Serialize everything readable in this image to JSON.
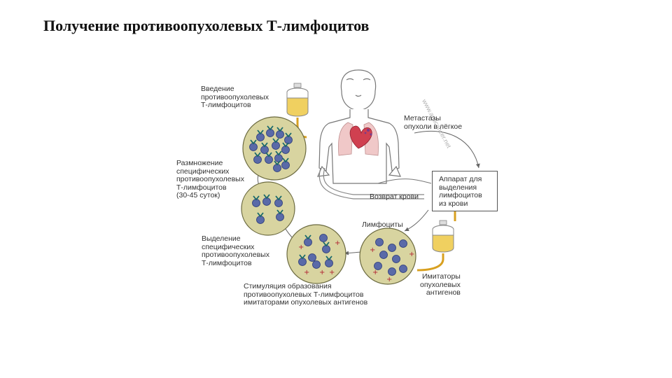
{
  "title": "Получение противоопухолевых Т-лимфоцитов",
  "labels": {
    "infusion": "Введение\nпротивоопухолевых\nТ-лимфоцитов",
    "proliferation": "Размножение\nспецифических\nпротивоопухолевых\nТ-лимфоцитов\n(30-45 суток)",
    "selection": "Выделение\nспецифических\nпротивоопухолевых\nТ-лимфоцитов",
    "stimulation": "Стимуляция образования\nпротивоопухолевых Т-лимфоцитов\nимитаторами опухолевых антигенов",
    "metastases": "Метастазы\nопухоли в лёгкое",
    "apparatus": "Аппарат для\nвыделения\nлимфоцитов\nиз крови",
    "blood_return": "Возврат крови",
    "lymphocytes": "Лимфоциты",
    "imitators": "Имитаторы\nопухолевых\nантигенов"
  },
  "watermark": "www.anticancer.net",
  "colors": {
    "cell_fill": "#d8d4a0",
    "cell_stroke": "#6b6a40",
    "lymphocyte": "#5a6aa8",
    "receptor": "#2a3a7a",
    "antigen": "#b02030",
    "bag_liquid": "#f0d060",
    "tube": "#d8a020",
    "heart": "#d04050",
    "lung": "#f0c8c8"
  },
  "icons": [
    "infusion-bag-icon",
    "human-figure-icon",
    "lymphocyte-icon",
    "antigen-icon",
    "heart-icon",
    "lungs-icon"
  ]
}
